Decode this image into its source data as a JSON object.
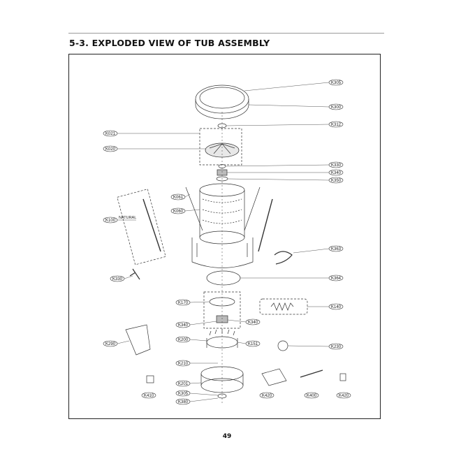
{
  "heading": "5-3. EXPLODED VIEW OF TUB ASSEMBLY",
  "page_number": "49",
  "annotation_natural": "NATURAL",
  "part_labels": [
    "K305",
    "K300",
    "K312",
    "K021",
    "K020",
    "K330",
    "K340",
    "K350",
    "K061",
    "K060",
    "K100",
    "K363",
    "K330",
    "K364",
    "K170",
    "K140",
    "K340",
    "K340",
    "K290",
    "K200",
    "K151",
    "K230",
    "K210",
    "K201",
    "K305",
    "K380",
    "K410",
    "K420",
    "K400",
    "K420"
  ]
}
